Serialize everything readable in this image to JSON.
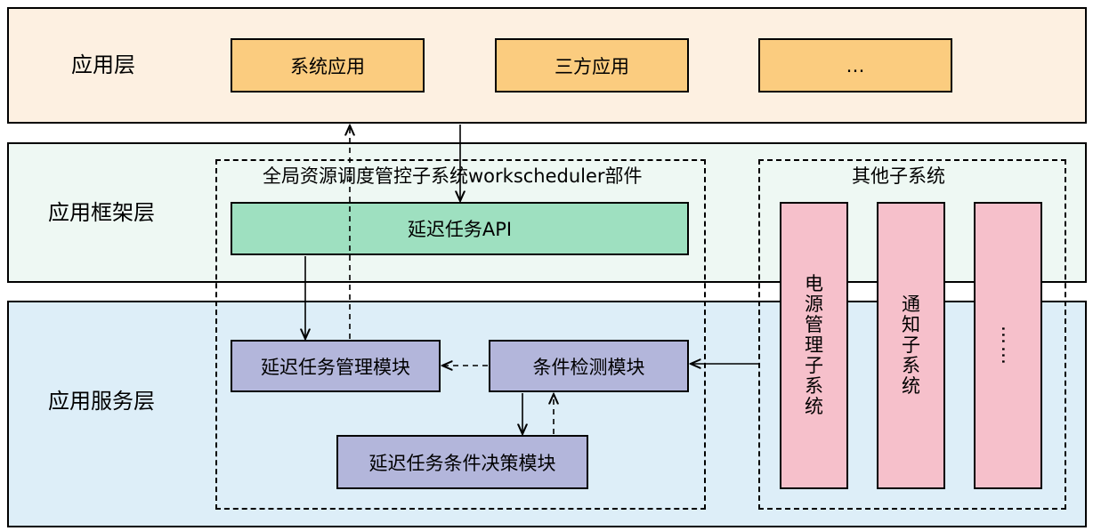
{
  "layers": {
    "app_layer": "应用层",
    "framework_layer": "应用框架层",
    "service_layer": "应用服务层"
  },
  "apps": {
    "system_app": "系统应用",
    "third_party_app": "三方应用",
    "more": "…"
  },
  "workscheduler": {
    "title": "全局资源调度管控子系统workscheduler部件",
    "api": "延迟任务API",
    "manager": "延迟任务管理模块",
    "condition_check": "条件检测模块",
    "decision": "延迟任务条件决策模块"
  },
  "other": {
    "title": "其他子系统",
    "power": [
      "电",
      "源",
      "管",
      "理",
      "子",
      "系",
      "统"
    ],
    "notify": [
      "通",
      "知",
      "子",
      "系",
      "统"
    ],
    "more": "……"
  },
  "colors": {
    "app_layer_bg": "#fdf0e1",
    "framework_layer_bg": "#eef8f3",
    "service_layer_bg": "#ddeef8",
    "app_box": "#fbcc7f",
    "api_box": "#9ee0c0",
    "module_box": "#b3b6db",
    "subsystem_box": "#f6c0cb"
  }
}
